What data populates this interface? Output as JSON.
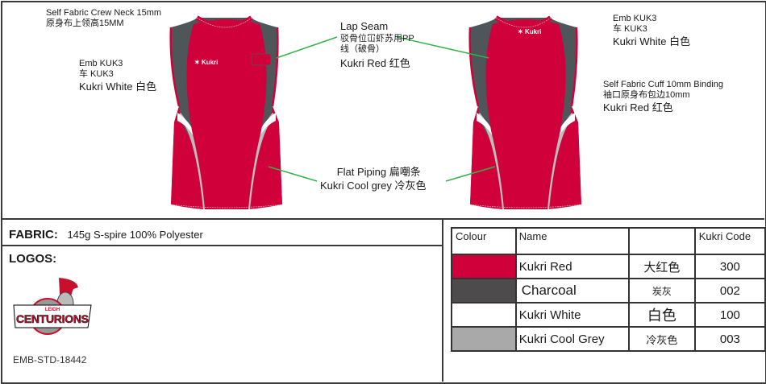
{
  "annotations": {
    "neck": {
      "en": "Self Fabric Crew Neck 15mm",
      "cn": "原身布上领高15MM"
    },
    "front_emb": {
      "line1": "Emb KUK3",
      "line2": "车 KUK3",
      "color": "Kukri White 白色"
    },
    "lap_seam": {
      "title": "Lap Seam",
      "cn1": "驳骨位冚虾苏用PP",
      "cn2": "线（破骨）",
      "color": "Kukri Red 红色"
    },
    "back_emb": {
      "line1": "Emb KUK3",
      "line2": "车 KUK3",
      "color": "Kukri White 白色"
    },
    "cuff": {
      "en": "Self Fabric Cuff 10mm Binding",
      "cn": "袖口原身布包边10mm",
      "color": "Kukri Red 红色"
    },
    "piping": {
      "line1": "Flat Piping 扁嘲条",
      "line2": "Kukri Cool grey 冷灰色"
    }
  },
  "jersey": {
    "brand": "Kukri"
  },
  "fabric": {
    "label": "FABRIC:",
    "value": "145g S-spire 100% Polyester"
  },
  "logos": {
    "label": "LOGOS:",
    "logo_text_top": "LEIGH",
    "logo_text": "CENTURIONS",
    "code": "EMB-STD-18442"
  },
  "colour_table": {
    "headers": [
      "Colour",
      "Name",
      "",
      "Kukri Code"
    ],
    "rows": [
      {
        "swatch": "#d0003a",
        "name": "Kukri Red",
        "cn": "大红色",
        "code": "300"
      },
      {
        "swatch": "#4d4b4b",
        "name": "Charcoal",
        "cn": "炭灰",
        "code": "002"
      },
      {
        "swatch": "#ffffff",
        "name": "Kukri White",
        "cn": "白色",
        "code": "100"
      },
      {
        "swatch": "#a9a9a9",
        "name": "Kukri Cool Grey",
        "cn": "冷灰色",
        "code": "003"
      }
    ]
  },
  "colors": {
    "red": "#d0003a",
    "charcoal": "#4f565a",
    "cool_grey": "#b8b8b8",
    "leader": "#2fb34a"
  }
}
